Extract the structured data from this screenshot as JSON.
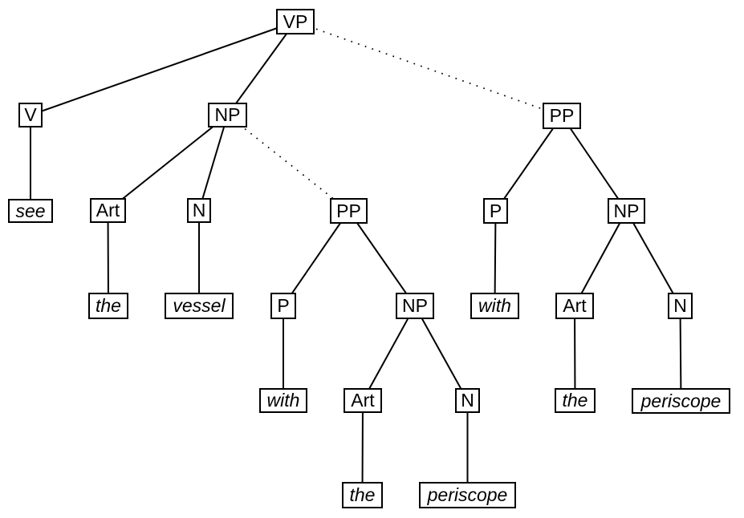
{
  "diagram_type": "syntax-parse-tree",
  "colors": {
    "background": "#ffffff",
    "line": "#000000",
    "box_border": "#000000",
    "text": "#000000"
  },
  "nodes": {
    "vp": {
      "label": "VP"
    },
    "v": {
      "label": "V"
    },
    "np_obj": {
      "label": "NP"
    },
    "pp_high": {
      "label": "PP"
    },
    "see": {
      "label": "see"
    },
    "art_obj": {
      "label": "Art"
    },
    "n_obj": {
      "label": "N"
    },
    "pp_low": {
      "label": "PP"
    },
    "p_high": {
      "label": "P"
    },
    "np_high": {
      "label": "NP"
    },
    "the_obj": {
      "label": "the"
    },
    "vessel": {
      "label": "vessel"
    },
    "p_low": {
      "label": "P"
    },
    "np_low": {
      "label": "NP"
    },
    "with_high": {
      "label": "with"
    },
    "art_high": {
      "label": "Art"
    },
    "n_high": {
      "label": "N"
    },
    "with_low": {
      "label": "with"
    },
    "art_low": {
      "label": "Art"
    },
    "n_low": {
      "label": "N"
    },
    "the_high": {
      "label": "the"
    },
    "periscope_high": {
      "label": "periscope"
    },
    "the_low": {
      "label": "the"
    },
    "periscope_low": {
      "label": "periscope"
    }
  },
  "edges": [
    {
      "from": "vp",
      "to": "v",
      "style": "solid"
    },
    {
      "from": "vp",
      "to": "np_obj",
      "style": "solid"
    },
    {
      "from": "vp",
      "to": "pp_high",
      "style": "dotted"
    },
    {
      "from": "v",
      "to": "see",
      "style": "solid"
    },
    {
      "from": "np_obj",
      "to": "art_obj",
      "style": "solid"
    },
    {
      "from": "np_obj",
      "to": "n_obj",
      "style": "solid"
    },
    {
      "from": "np_obj",
      "to": "pp_low",
      "style": "dotted"
    },
    {
      "from": "art_obj",
      "to": "the_obj",
      "style": "solid"
    },
    {
      "from": "n_obj",
      "to": "vessel",
      "style": "solid"
    },
    {
      "from": "pp_low",
      "to": "p_low",
      "style": "solid"
    },
    {
      "from": "pp_low",
      "to": "np_low",
      "style": "solid"
    },
    {
      "from": "p_low",
      "to": "with_low",
      "style": "solid"
    },
    {
      "from": "np_low",
      "to": "art_low",
      "style": "solid"
    },
    {
      "from": "np_low",
      "to": "n_low",
      "style": "solid"
    },
    {
      "from": "art_low",
      "to": "the_low",
      "style": "solid"
    },
    {
      "from": "n_low",
      "to": "periscope_low",
      "style": "solid"
    },
    {
      "from": "pp_high",
      "to": "p_high",
      "style": "solid"
    },
    {
      "from": "pp_high",
      "to": "np_high",
      "style": "solid"
    },
    {
      "from": "p_high",
      "to": "with_high",
      "style": "solid"
    },
    {
      "from": "np_high",
      "to": "art_high",
      "style": "solid"
    },
    {
      "from": "np_high",
      "to": "n_high",
      "style": "solid"
    },
    {
      "from": "art_high",
      "to": "the_high",
      "style": "solid"
    },
    {
      "from": "n_high",
      "to": "periscope_high",
      "style": "solid"
    }
  ]
}
